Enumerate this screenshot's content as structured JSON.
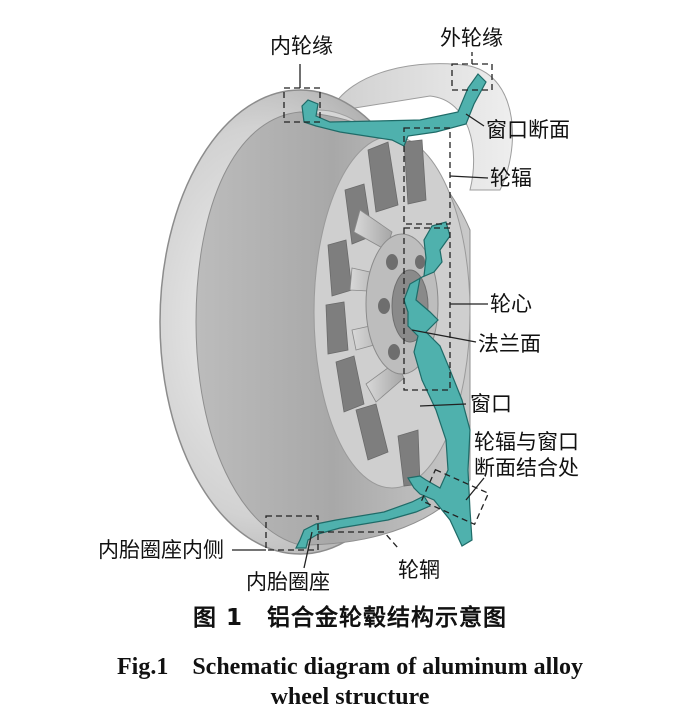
{
  "labels": {
    "inner_flange": "内轮缘",
    "outer_flange": "外轮缘",
    "window_section": "窗口断面",
    "spoke": "轮辐",
    "hub": "轮心",
    "flange_face": "法兰面",
    "window": "窗口",
    "spoke_window_joint_line1": "轮辐与窗口",
    "spoke_window_joint_line2": "断面结合处",
    "inner_bead_seat_inner": "内胎圈座内侧",
    "inner_bead_seat": "内胎圈座",
    "rim": "轮辋"
  },
  "caption": {
    "cn": "图 1　铝合金轮毂结构示意图",
    "en_line1": "Fig.1　Schematic diagram of aluminum alloy",
    "en_line2": "wheel structure"
  },
  "colors": {
    "section_fill": "#4fb1ad",
    "section_stroke": "#1f6b68",
    "metal_light": "#e4e4e4",
    "metal_mid": "#bdbdbd",
    "metal_dark": "#8f8f8f",
    "callout_line": "#222222"
  }
}
